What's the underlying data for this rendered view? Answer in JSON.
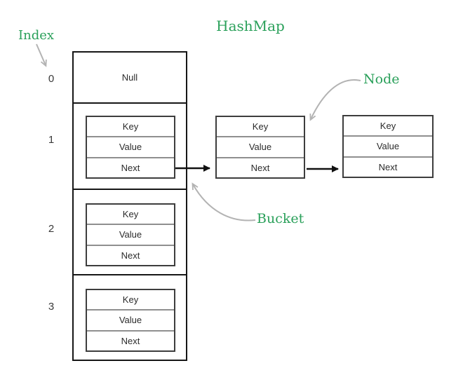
{
  "title": "HashMap",
  "annotations": {
    "index": "Index",
    "node": "Node",
    "bucket": "Bucket"
  },
  "index_values": [
    "0",
    "1",
    "2",
    "3"
  ],
  "cells": {
    "bucket0": {
      "content": "Null"
    }
  },
  "nodes": {
    "bucket1": [
      "Key",
      "Value",
      "Next"
    ],
    "bucket2": [
      "Key",
      "Value",
      "Next"
    ],
    "bucket3": [
      "Key",
      "Value",
      "Next"
    ],
    "chain1": [
      "Key",
      "Value",
      "Next"
    ],
    "chain2": [
      "Key",
      "Value",
      "Next"
    ]
  },
  "arrows": {
    "index_pointer": "gray-arrow",
    "node_callout": "gray-curved-arrow",
    "bucket_callout": "gray-curved-arrow",
    "bucket1_to_chain1": "black-arrow",
    "chain1_to_chain2": "black-arrow"
  },
  "colors": {
    "accent_green": "#2aa05a",
    "arrow_black": "#111111",
    "callout_gray": "#b3b3b3",
    "box_border_dark": "#161616",
    "node_border": "#3d3d3d",
    "row_separator": "#8f8f8f"
  }
}
